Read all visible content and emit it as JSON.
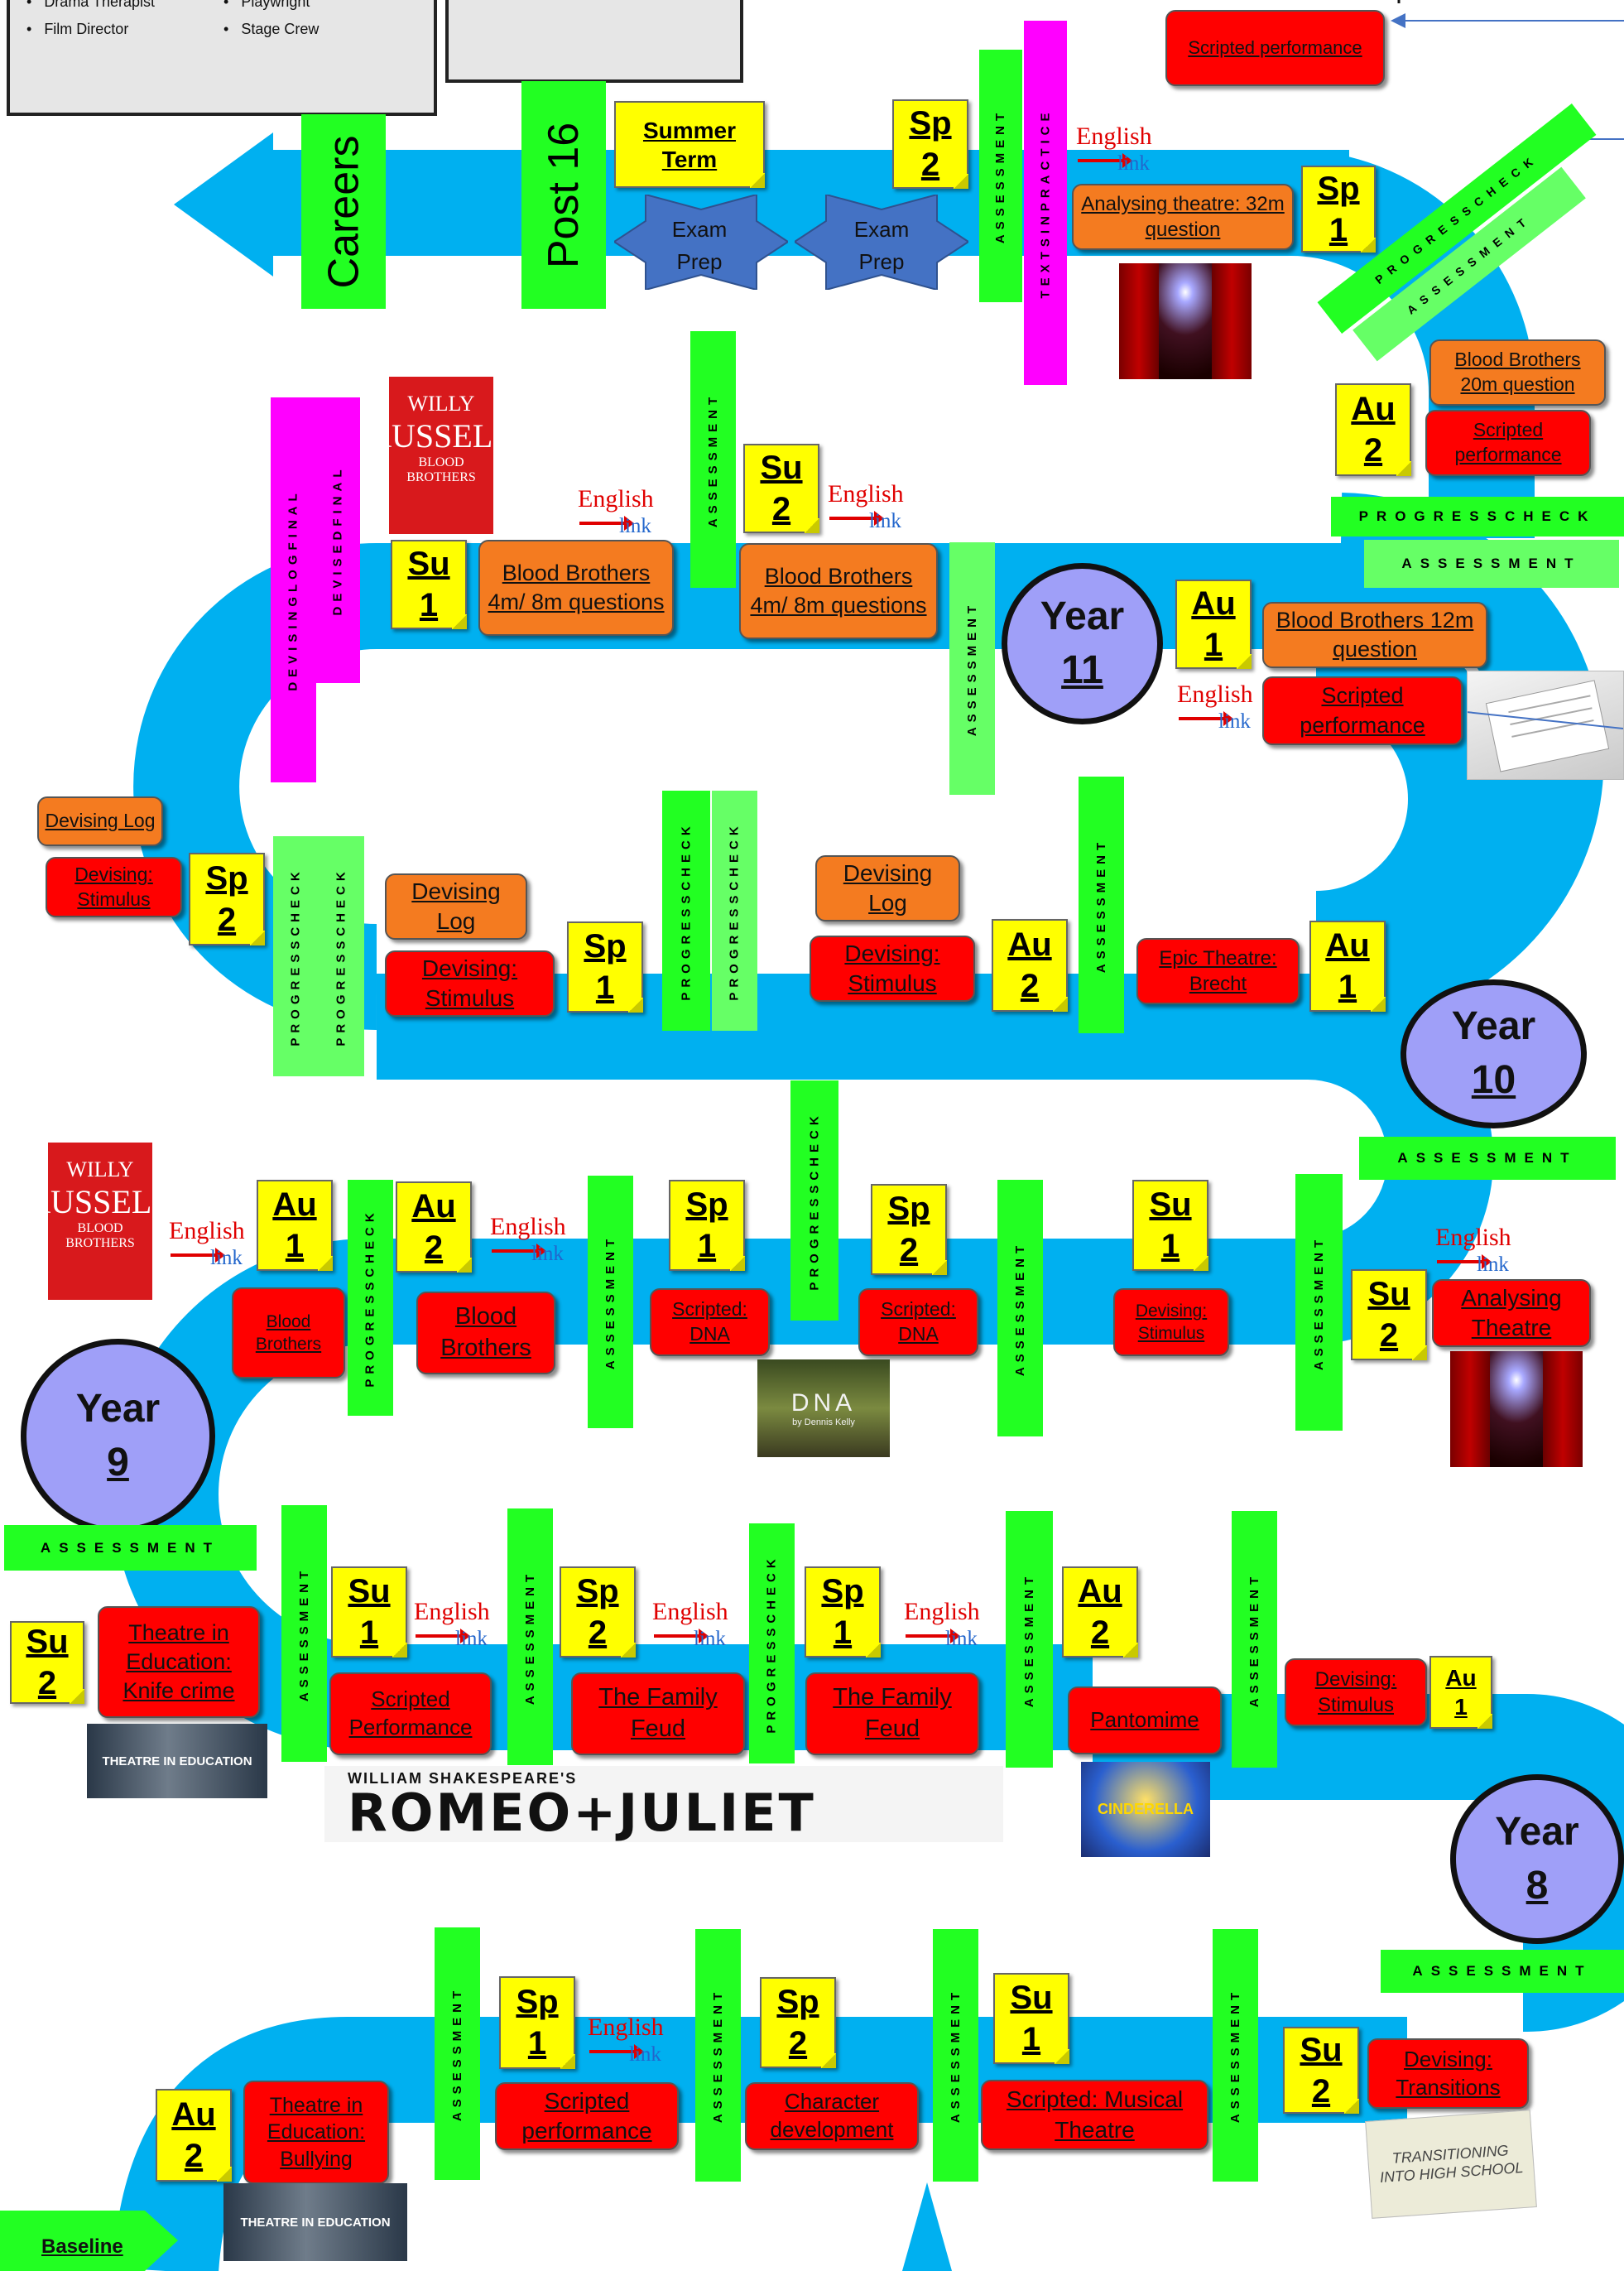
{
  "careers_list": {
    "col1": [
      "Drama Therapist",
      "Film Director"
    ],
    "col2": [
      "Playwright",
      "Stage Crew"
    ]
  },
  "labels": {
    "careers": "Careers",
    "post16": "Post 16",
    "summer_term": "Summer Term",
    "exam_prep": "Exam Prep",
    "baseline": "Baseline",
    "english": "English",
    "link": "link"
  },
  "bars": {
    "assessment": "ASSESSMENT",
    "progress_check": "PROGRESSCHECK",
    "texts_in_practice": "TEXTSINPRACTICE",
    "devising_log_final": "DEVISINGLOGFINAL",
    "devised_final": "DEVISEDFINAL"
  },
  "years": [
    {
      "label": "Year",
      "num": "11"
    },
    {
      "label": "Year",
      "num": "10"
    },
    {
      "label": "Year",
      "num": "9"
    },
    {
      "label": "Year",
      "num": "8"
    }
  ],
  "terms": {
    "sp1": [
      "Sp",
      "1"
    ],
    "sp2": [
      "Sp",
      "2"
    ],
    "su1": [
      "Su",
      "1"
    ],
    "su2": [
      "Su",
      "2"
    ],
    "au1": [
      "Au",
      "1"
    ],
    "au2": [
      "Au",
      "2"
    ]
  },
  "topics": {
    "top_scripted": "Scripted performance",
    "y11_analysing": "Analysing theatre: 32m question",
    "y11_bb20": "Blood Brothers 20m question",
    "y11_scripted_au2": "Scripted performance",
    "y11_bb12": "Blood Brothers 12m question",
    "y11_scripted_au1": "Scripted performance",
    "y11_bb_su2": "Blood Brothers 4m/ 8m questions",
    "y11_bb_su1": "Blood Brothers 4m/ 8m questions",
    "y10_devlog_sp2": "Devising Log",
    "y10_devstim_sp2": "Devising: Stimulus",
    "y10_devlog_sp1": "Devising Log",
    "y10_devstim_sp1": "Devising: Stimulus",
    "y10_devlog_au2": "Devising Log",
    "y10_devstim_au2": "Devising: Stimulus",
    "y10_epic": "Epic Theatre: Brecht",
    "y9_bb_small": "Blood Brothers",
    "y9_bb": "Blood Brothers",
    "y9_dna_sp1": "Scripted: DNA",
    "y9_dna_sp2": "Scripted: DNA",
    "y9_devstim": "Devising: Stimulus",
    "y9_analysing": "Analysing Theatre",
    "y8_tie_knife": "Theatre in Education: Knife crime",
    "y8_scripted": "Scripted Performance",
    "y8_feud_sp2": "The Family Feud",
    "y8_feud_sp1": "The Family Feud",
    "y8_pantomime": "Pantomime",
    "y8_devstim": "Devising: Stimulus",
    "y7_tie_bullying": "Theatre in Education: Bullying",
    "y7_scripted": "Scripted performance",
    "y7_character": "Character development",
    "y7_musical": "Scripted: Musical Theatre",
    "y7_transitions": "Devising: Transitions"
  },
  "images": {
    "bb_top": [
      "WILLY",
      "RUSSELL",
      "BLOOD BROTHERS"
    ],
    "bb_mid": [
      "WILLY",
      "RUSSELL",
      "BLOOD BROTHERS"
    ],
    "dna": [
      "DNA",
      "by Dennis Kelly"
    ],
    "tie": "THEATRE IN EDUCATION",
    "romeo_small": "WILLIAM SHAKESPEARE'S",
    "romeo_big": "ROMEO+JULIET",
    "cinderella": "CINDERELLA",
    "transition": "TRANSITIONING INTO HIGH SCHOOL"
  },
  "colors": {
    "road": "#00b0f0",
    "red_box": "#ff0000",
    "orange_box": "#f47b20",
    "sticky_note": "#ffff00",
    "assessment": "#22ff22",
    "progress_check": "#66ff66",
    "pink_bar": "#ff00ff",
    "year_circle": "#9f9ff8"
  }
}
